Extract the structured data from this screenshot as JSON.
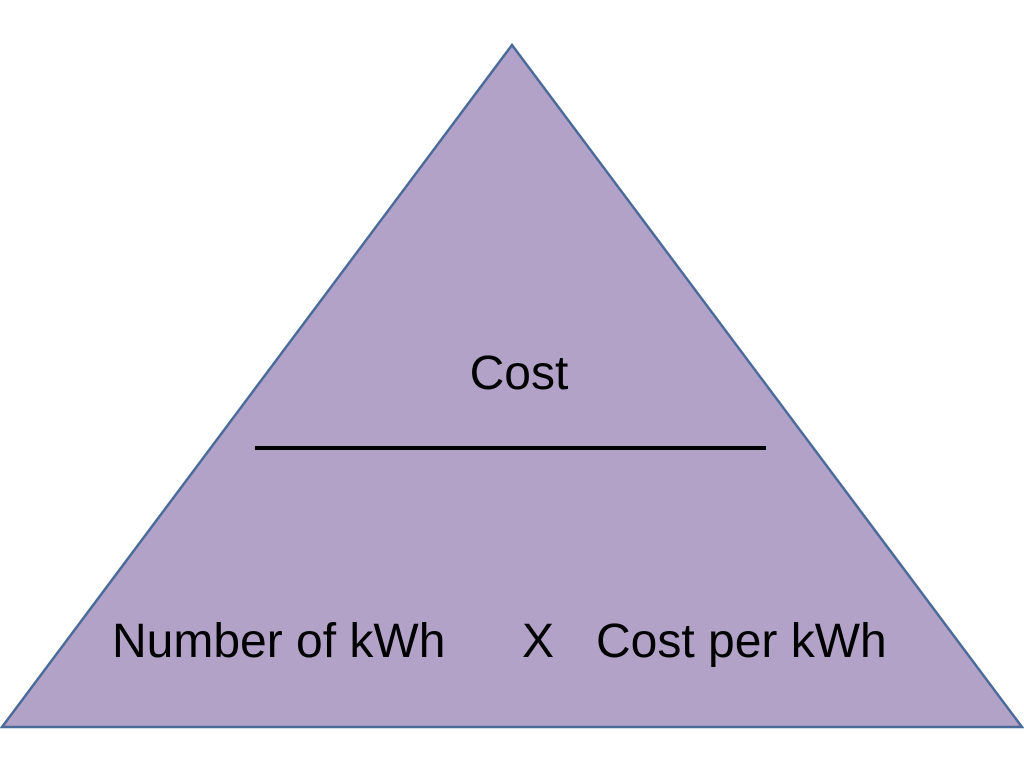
{
  "diagram": {
    "numerator": "Cost",
    "term_left": "Number of kWh",
    "operator": "X",
    "term_right": "Cost per kWh",
    "fill_color": "#b3a2c7",
    "stroke_color": "#4a6b9a",
    "divider_color": "#000000"
  }
}
